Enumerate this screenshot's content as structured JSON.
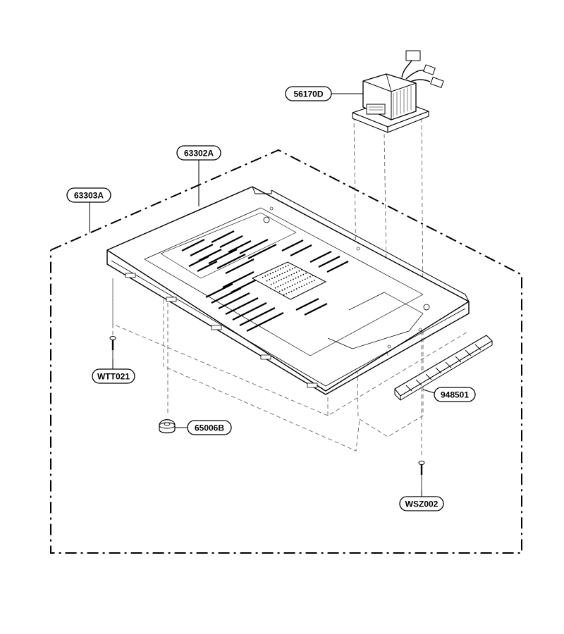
{
  "callouts": {
    "transformer": "56170D",
    "base_plate": "63302A",
    "assembly": "63303A",
    "screw_front": "WTT021",
    "foot_nut": "65006B",
    "filler_strip": "948501",
    "screw_rear": "WSZ002"
  },
  "colors": {
    "line": "#000000",
    "background": "#ffffff",
    "fill": "#ffffff"
  }
}
